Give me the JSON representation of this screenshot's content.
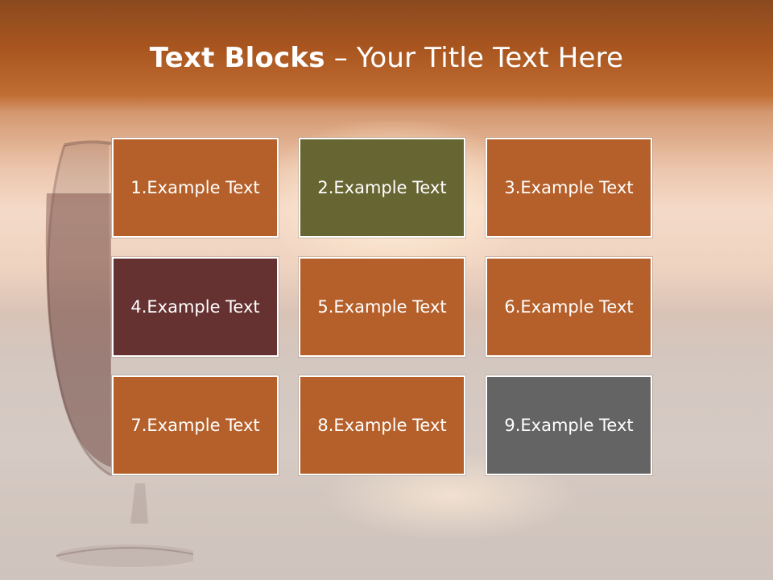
{
  "title": {
    "bold": "Text Blocks",
    "separator": " – ",
    "regular": "Your Title Text Here"
  },
  "blocks": [
    {
      "label": "1.Example Text",
      "color": "#b5602a"
    },
    {
      "label": "2.Example Text",
      "color": "#676633"
    },
    {
      "label": "3.Example Text",
      "color": "#b5602a"
    },
    {
      "label": "4.Example Text",
      "color": "#653131"
    },
    {
      "label": "5.Example Text",
      "color": "#b5602a"
    },
    {
      "label": "6.Example Text",
      "color": "#b5602a"
    },
    {
      "label": "7.Example Text",
      "color": "#b5602a"
    },
    {
      "label": "8.Example Text",
      "color": "#b5602a"
    },
    {
      "label": "9.Example Text",
      "color": "#646464"
    }
  ]
}
